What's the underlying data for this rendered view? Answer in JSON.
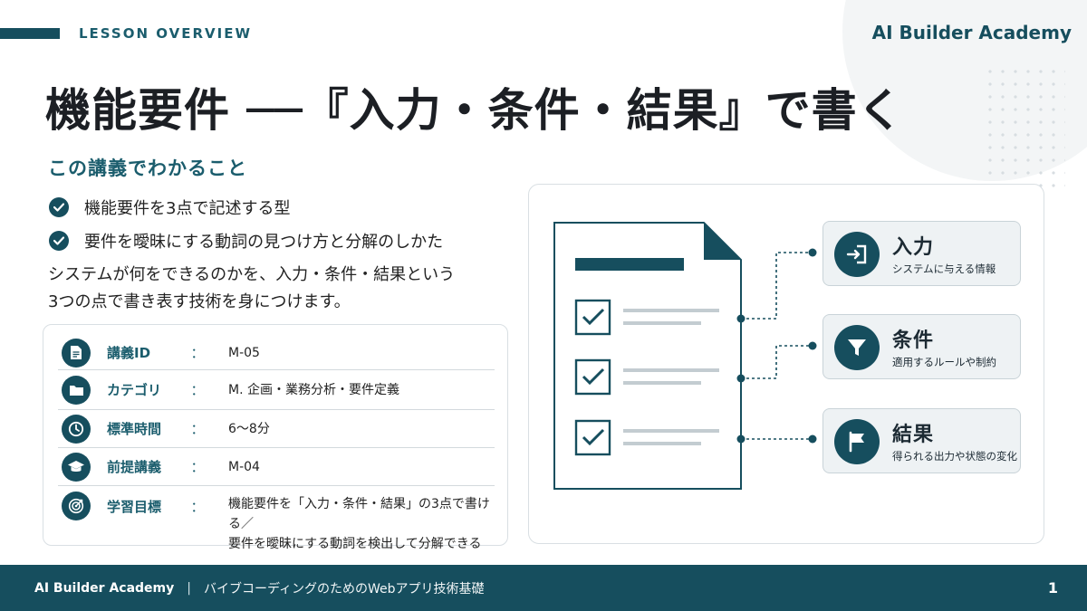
{
  "header": {
    "section_label": "LESSON OVERVIEW",
    "brand": "AI Builder Academy"
  },
  "title": "機能要件 ──『入力・条件・結果』で書く",
  "learn": {
    "heading": "この講義でわかること",
    "items": [
      "機能要件を3点で記述する型",
      "要件を曖昧にする動詞の見つけ方と分解のしかた"
    ]
  },
  "description": [
    "システムが何をできるのかを、入力・条件・結果という",
    "3つの点で書き表す技術を身につけます。"
  ],
  "info": {
    "colon": "：",
    "rows": [
      {
        "icon": "document-icon",
        "label": "講義ID",
        "value": [
          "M-05"
        ]
      },
      {
        "icon": "folder-icon",
        "label": "カテゴリ",
        "value": [
          "M. 企画・業務分析・要件定義"
        ]
      },
      {
        "icon": "clock-icon",
        "label": "標準時間",
        "value": [
          "6〜8分"
        ]
      },
      {
        "icon": "graduation-cap-icon",
        "label": "前提講義",
        "value": [
          "M-04"
        ]
      },
      {
        "icon": "target-icon",
        "label": "学習目標",
        "value": [
          "機能要件を「入力・条件・結果」の3点で書ける／",
          "要件を曖昧にする動詞を検出して分解できる"
        ]
      }
    ]
  },
  "diagram": {
    "items": [
      {
        "icon": "enter-arrow-icon",
        "title": "入力",
        "subtitle": "システムに与える情報"
      },
      {
        "icon": "funnel-filter-icon",
        "title": "条件",
        "subtitle": "適用するルールや制約"
      },
      {
        "icon": "flag-icon",
        "title": "結果",
        "subtitle": "得られる出力や状態の変化"
      }
    ]
  },
  "footer": {
    "brand": "AI Builder Academy",
    "separator": "|",
    "course": "バイブコーディングのためのWebアプリ技術基礎",
    "page_number": "1"
  },
  "colors": {
    "primary": "#164e5e",
    "accent_text": "#1b5d6d",
    "card_bg": "#eef2f4",
    "line_gray": "#c3ccd1"
  }
}
